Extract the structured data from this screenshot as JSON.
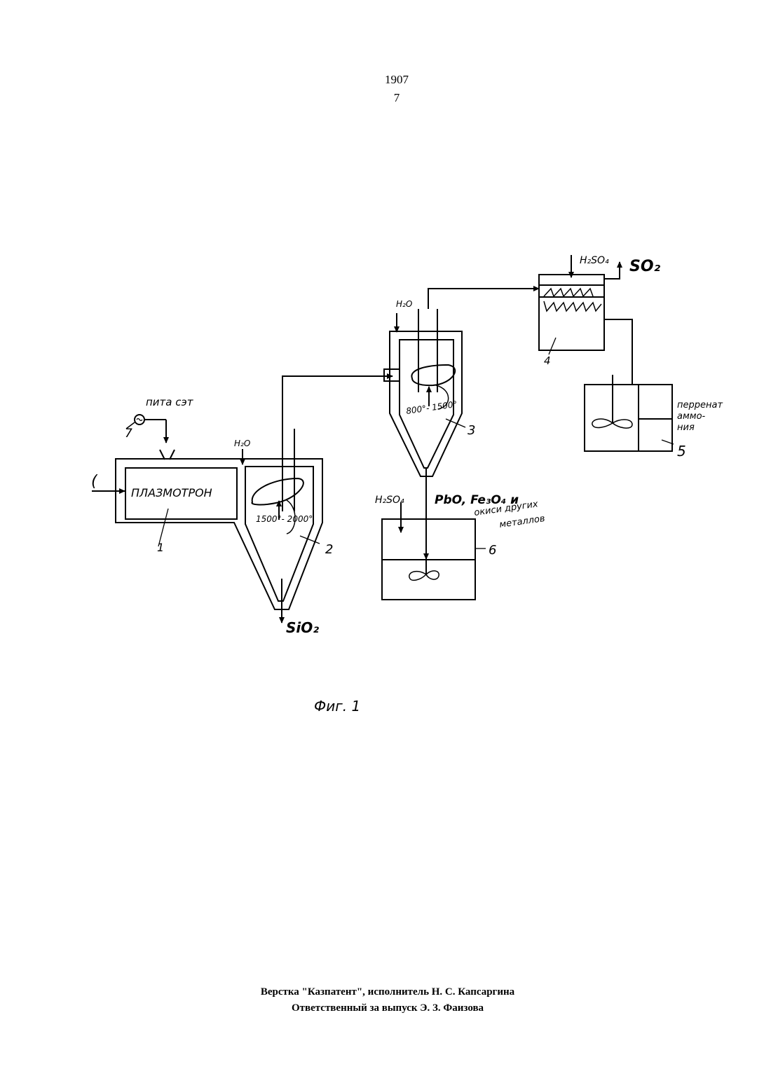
{
  "page": {
    "page_number": "1907",
    "sheet_number": "7"
  },
  "diagram": {
    "labels": {
      "power_supply": "пита сэт",
      "power_num": "7",
      "input_arrow": "(",
      "plasmatron": "ПЛАЗМОТРОН",
      "num_1": "1",
      "h2o_1": "H₂O",
      "temp_2": "1500°- 2000°",
      "num_2": "2",
      "sio2": "SiO₂",
      "h2o_3": "H₂O",
      "temp_3": "800°- 1500°",
      "num_3": "3",
      "h2so4_top": "H₂SO₄",
      "so2": "SO₂",
      "num_4": "4",
      "perrhenate_1": "перренат",
      "perrhenate_2": "аммо-",
      "perrhenate_3": "ния",
      "num_5": "5",
      "h2so4_bottom": "H₂SO₄",
      "products_1": "PbO, Fe₃O₄ и",
      "products_2": "окиси других",
      "products_3": "металлов",
      "num_6": "6",
      "caption": "Фиг. 1"
    }
  },
  "footer": {
    "line1": "Верстка \"Казпатент\", исполнитель Н. С. Капсаргина",
    "line2": "Ответственный за выпуск Э. З. Фаизова"
  }
}
